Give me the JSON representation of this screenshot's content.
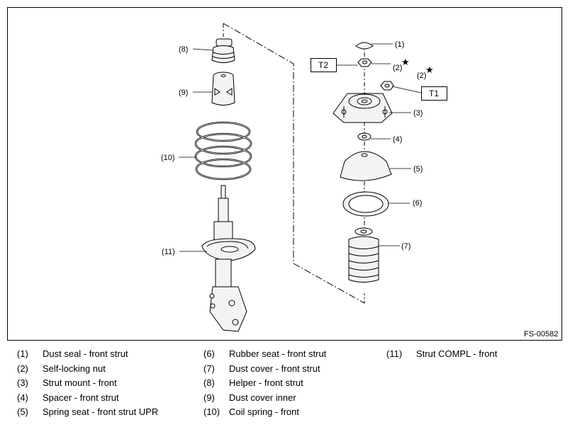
{
  "figure_id": "FS-00582",
  "callouts": {
    "c1": "(1)",
    "c2a": "(2)",
    "c2b": "(2)",
    "c3": "(3)",
    "c4": "(4)",
    "c5": "(5)",
    "c6": "(6)",
    "c7": "(7)",
    "c8": "(8)",
    "c9": "(9)",
    "c10": "(10)",
    "c11": "(11)"
  },
  "torque_labels": {
    "t1": "T1",
    "t2": "T2"
  },
  "star_symbol": "★",
  "legend": {
    "col1": [
      {
        "num": "(1)",
        "text": "Dust seal - front strut"
      },
      {
        "num": "(2)",
        "text": "Self-locking nut"
      },
      {
        "num": "(3)",
        "text": "Strut mount - front"
      },
      {
        "num": "(4)",
        "text": "Spacer - front strut"
      },
      {
        "num": "(5)",
        "text": "Spring seat - front strut UPR"
      }
    ],
    "col2": [
      {
        "num": "(6)",
        "text": "Rubber seat - front strut"
      },
      {
        "num": "(7)",
        "text": "Dust cover - front strut"
      },
      {
        "num": "(8)",
        "text": "Helper - front strut"
      },
      {
        "num": "(9)",
        "text": "Dust cover inner"
      },
      {
        "num": "(10)",
        "text": "Coil spring - front"
      }
    ],
    "col3": [
      {
        "num": "(11)",
        "text": "Strut COMPL - front"
      }
    ]
  }
}
